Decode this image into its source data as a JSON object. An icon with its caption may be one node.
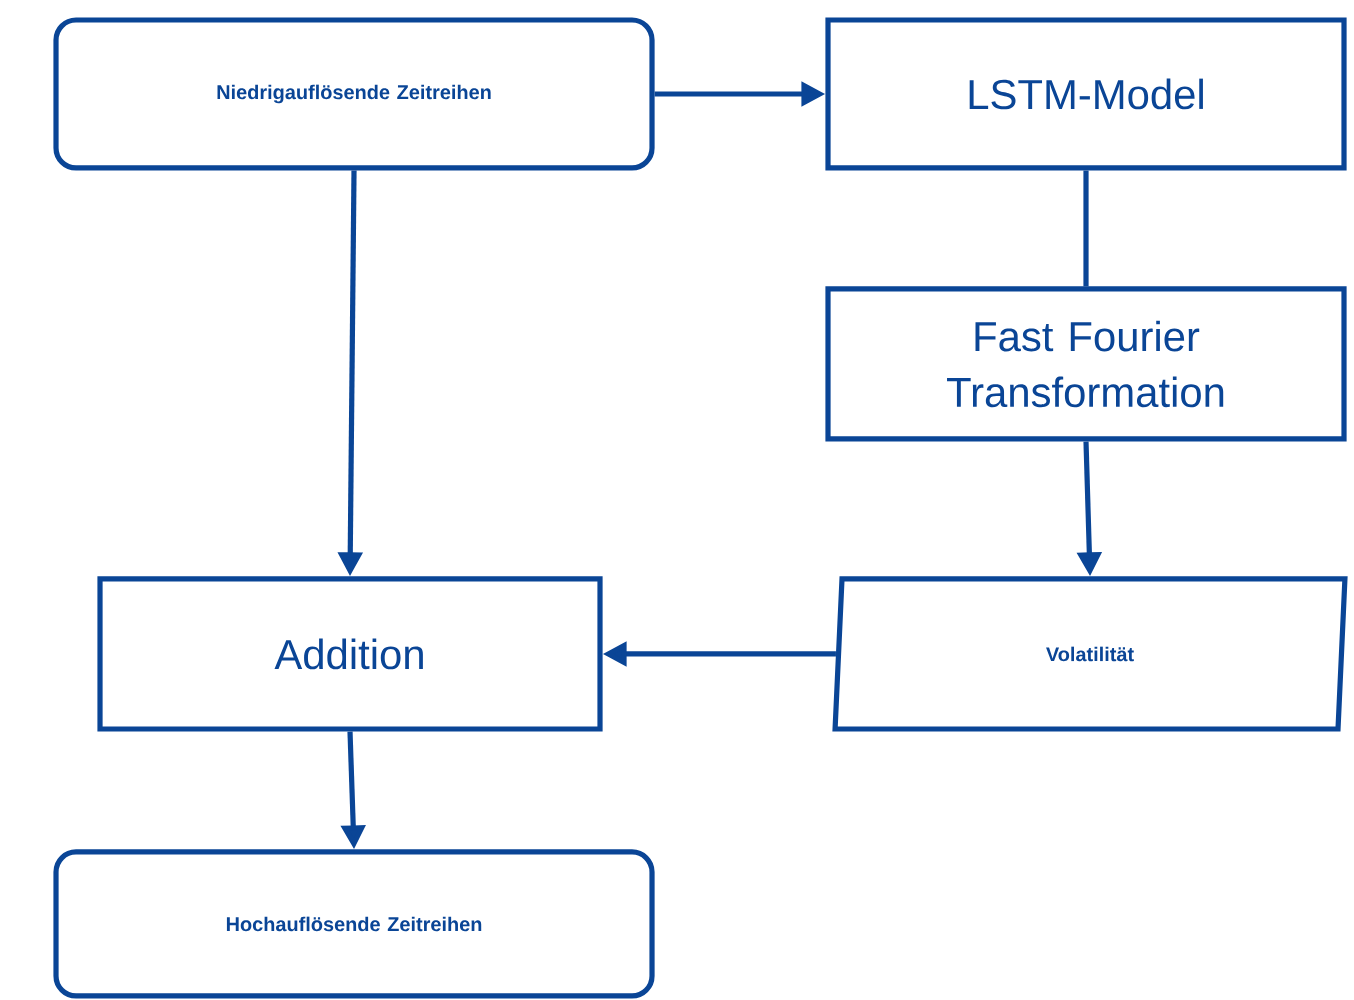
{
  "diagram": {
    "nodes": [
      {
        "text": [
          "Niedrigauflösende Zeitreihen"
        ]
      },
      {
        "text": [
          "LSTM-Model"
        ]
      },
      {
        "text": [
          "Fast Fourier Transformation"
        ]
      },
      {
        "text": [
          "Addition"
        ]
      },
      {
        "text": [
          "Volatilität"
        ]
      },
      {
        "text": [
          "Hochauflösende Zeitreihen"
        ]
      }
    ],
    "edges": [
      {
        "from": 0,
        "to": 1,
        "arrow": "to"
      },
      {
        "from": 1,
        "to": 2,
        "arrow": "none"
      },
      {
        "from": 2,
        "to": 4,
        "arrow": "to"
      },
      {
        "from": 0,
        "to": 3,
        "arrow": "to"
      },
      {
        "from": 4,
        "to": 3,
        "arrow": "to"
      },
      {
        "from": 3,
        "to": 5,
        "arrow": "to"
      }
    ]
  }
}
